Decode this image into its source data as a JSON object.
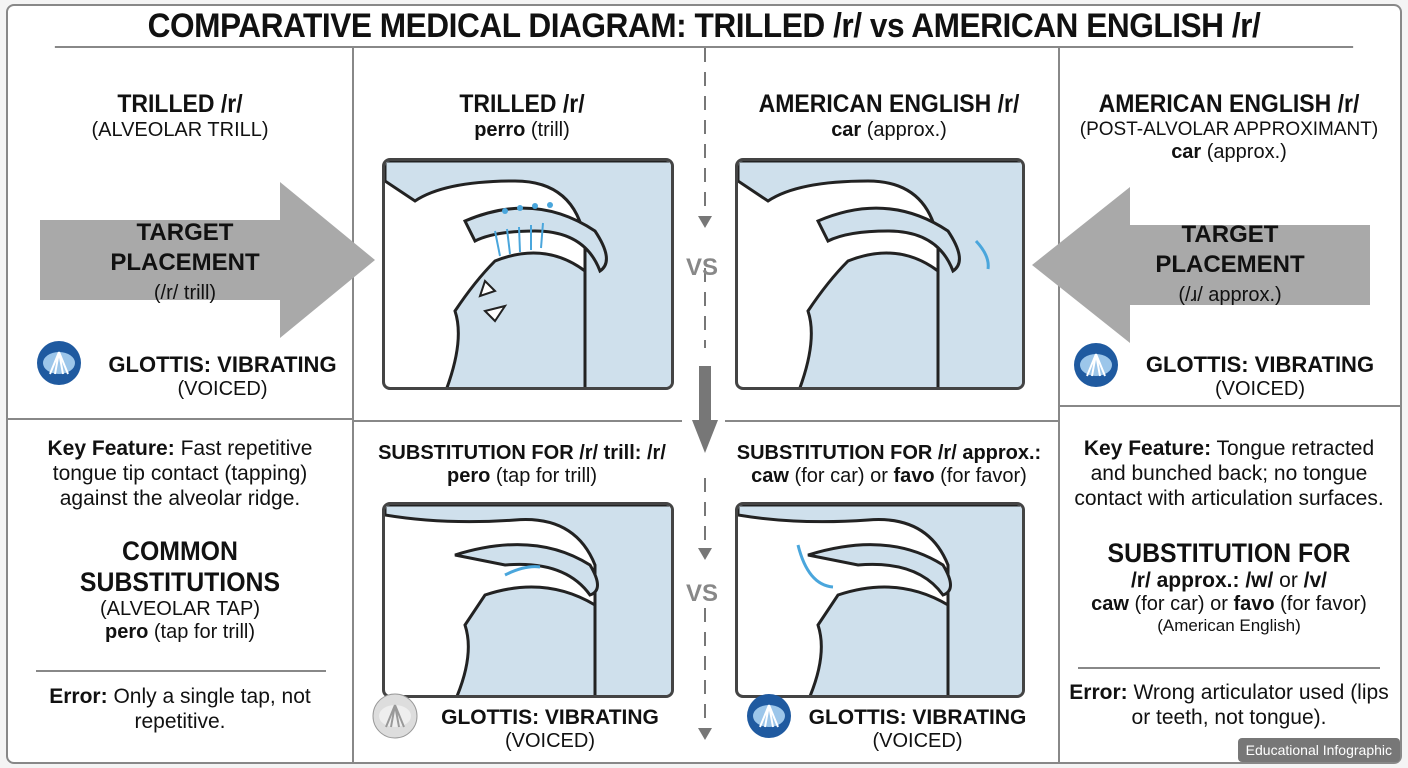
{
  "title": "COMPARATIVE MEDICAL DIAGRAM: TRILLED /r/ vs AMERICAN ENGLISH /r/",
  "col1": {
    "heading": "TRILLED /r/",
    "sub": "(ALVEOLAR TRILL)",
    "arrow_l1": "TARGET",
    "arrow_l2": "PLACEMENT",
    "arrow_l3": "(/r/ trill)",
    "glottis": "GLOTTIS: VIBRATING",
    "voiced": "(VOICED)",
    "key_label": "Key Feature:",
    "key_text": " Fast repetitive tongue tip contact (tapping) against the alveolar ridge.",
    "common_l1": "COMMON",
    "common_l2": "SUBSTITUTIONS",
    "common_sub": "(ALVEOLAR TAP)",
    "common_word": "pero",
    "common_note": " (tap for trill)",
    "error_label": "Error:",
    "error_text": " Only a single tap, not repetitive."
  },
  "col2": {
    "heading": "TRILLED /r/",
    "word": "perro",
    "note": " (trill)",
    "sub_heading": "SUBSTITUTION FOR /r/ trill: /r/",
    "sub_word": "pero",
    "sub_note": " (tap for trill)",
    "glottis": "GLOTTIS: VIBRATING",
    "voiced": "(VOICED)"
  },
  "vs": "VS",
  "col3": {
    "heading": "AMERICAN ENGLISH /r/",
    "word": "car",
    "note": " (approx.)",
    "sub_heading": "SUBSTITUTION FOR /r/ approx.:",
    "sub_w1": "caw",
    "sub_n1": " (for car) or ",
    "sub_w2": "favo",
    "sub_n2": " (for favor)",
    "glottis": "GLOTTIS: VIBRATING",
    "voiced": "(VOICED)"
  },
  "col4": {
    "heading": "AMERICAN ENGLISH /r/",
    "sub": "(POST-ALVOLAR APPROXIMANT)",
    "word": "car",
    "note": " (approx.)",
    "arrow_l1": "TARGET",
    "arrow_l2": "PLACEMENT",
    "arrow_l3": "(/ɹ/ approx.)",
    "glottis": "GLOTTIS: VIBRATING",
    "voiced": "(VOICED)",
    "key_label": "Key Feature:",
    "key_text": " Tongue retracted and bunched back; no tongue contact with articulation surfaces.",
    "subst_l1": "SUBSTITUTION FOR",
    "subst_l2a": "/r/ approx.:",
    "subst_w1": " /w/",
    "subst_or": " or ",
    "subst_w2": "/v/",
    "subst_w3": "caw",
    "subst_n3": " (for car) or ",
    "subst_w4": "favo",
    "subst_n4": " (for favor)",
    "subst_lang": "(American English)",
    "error_label": "Error:",
    "error_text": " Wrong articulator used (lips or teeth, not tongue)."
  },
  "footer_tag": "Educational Infographic",
  "colors": {
    "tract": "#cfe0ec",
    "accent": "#4aa6dc",
    "glottis": "#1f5aa0",
    "arrow": "#a9a9a9"
  }
}
